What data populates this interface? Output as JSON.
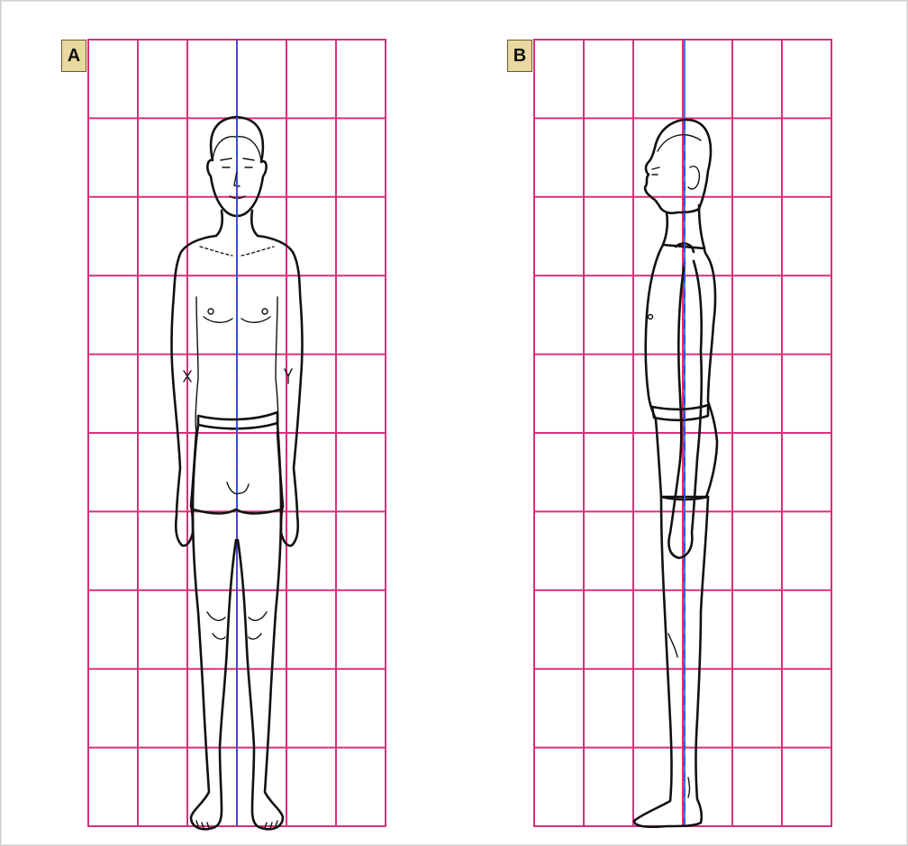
{
  "figure": {
    "panels": [
      {
        "label": "A",
        "view": "front"
      },
      {
        "label": "B",
        "view": "side"
      }
    ],
    "colors": {
      "grid": "#d9307a",
      "plumb_line": "#2f4fd8",
      "badge_fill": "#e9d9a0",
      "figure_stroke": "#111111"
    },
    "icons": [
      "front-view-figure",
      "side-view-figure"
    ]
  }
}
